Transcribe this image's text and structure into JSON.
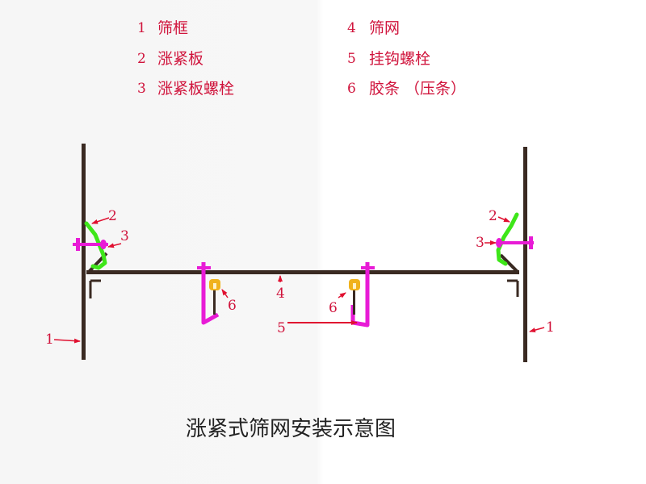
{
  "legend": [
    {
      "num": "1",
      "label": "筛框"
    },
    {
      "num": "2",
      "label": "涨紧板"
    },
    {
      "num": "3",
      "label": "涨紧板螺栓"
    },
    {
      "num": "4",
      "label": "筛网"
    },
    {
      "num": "5",
      "label": "挂钩螺栓"
    },
    {
      "num": "6",
      "label": "胶条 （压条）"
    }
  ],
  "callouts": {
    "frame_left": "1",
    "frame_right": "1",
    "plate_left": "2",
    "plate_right": "2",
    "bolt_left": "3",
    "bolt_right": "3",
    "mesh": "4",
    "hook_bolt": "5",
    "strip_left": "6",
    "strip_right": "6"
  },
  "title": "涨紧式筛网安装示意图",
  "colors": {
    "frame": "#3a2a22",
    "plate": "#3ee619",
    "bolt": "#e81bd6",
    "strip": "#f0b21c",
    "label": "#d0143c",
    "arrow": "#e01030"
  }
}
